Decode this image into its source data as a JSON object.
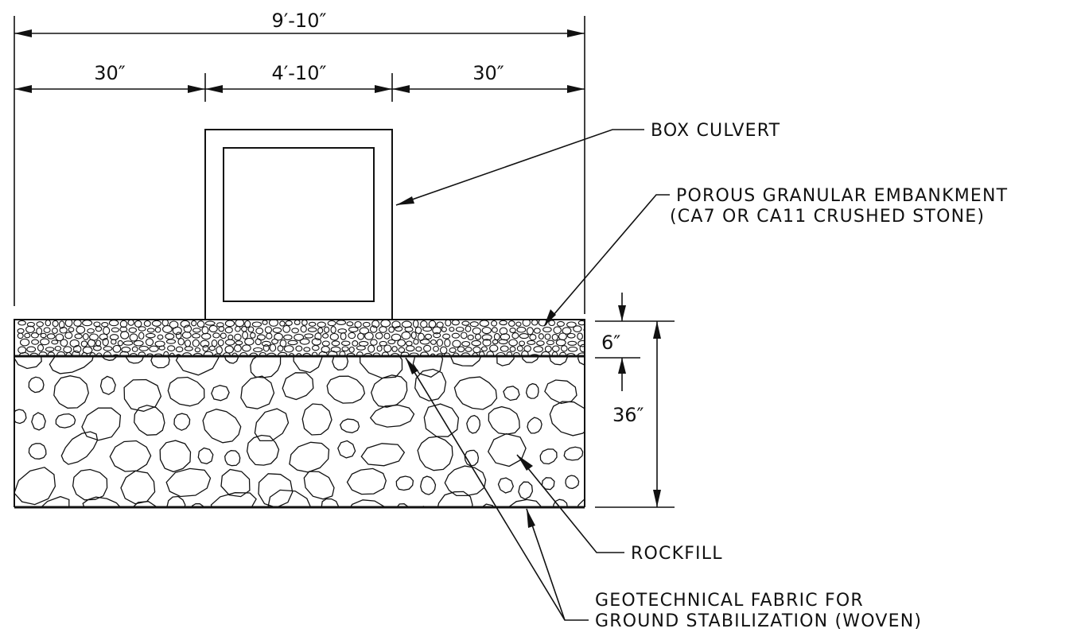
{
  "diagram": {
    "dimensions": {
      "overall_width": "9′-10″",
      "left_clearance": "30″",
      "culvert_width": "4′-10″",
      "right_clearance": "30″",
      "embankment_thickness": "6″",
      "total_depth": "36″"
    },
    "labels": {
      "box_culvert": "BOX CULVERT",
      "embankment_line1": "POROUS GRANULAR EMBANKMENT",
      "embankment_line2": "(CA7 OR CA11 CRUSHED STONE)",
      "rockfill": "ROCKFILL",
      "fabric_line1": "GEOTECHNICAL FABRIC FOR",
      "fabric_line2": "GROUND STABILIZATION (WOVEN)"
    },
    "colors": {
      "line": "#111111",
      "background": "#ffffff"
    }
  }
}
